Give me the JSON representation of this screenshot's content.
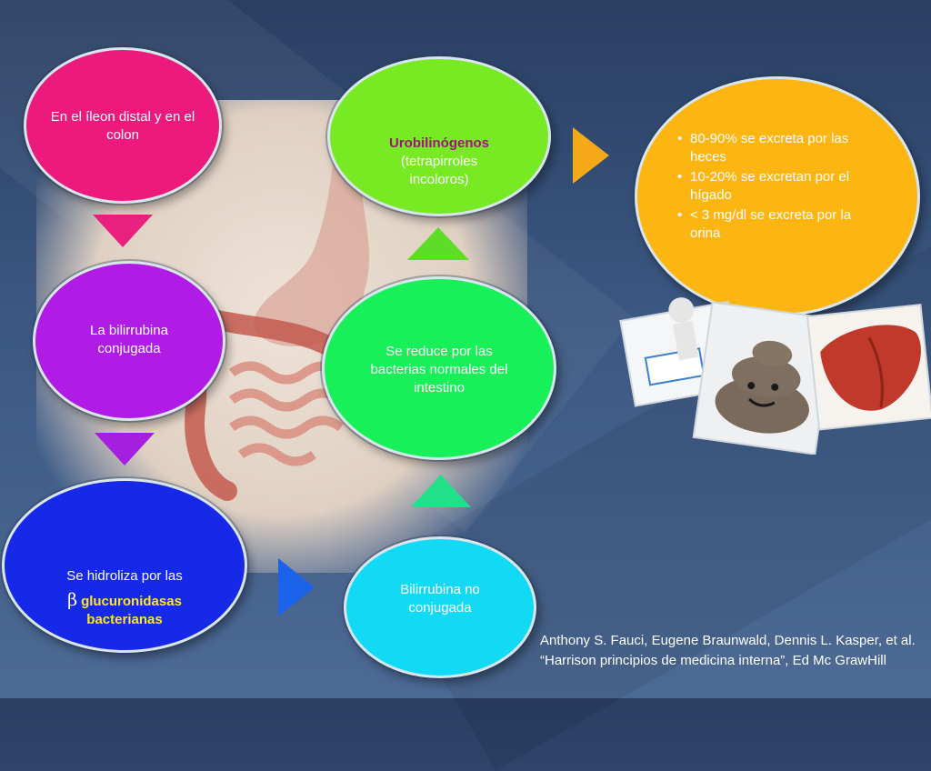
{
  "nodes": {
    "ileon": {
      "text": "En el íleon distal y en el colon"
    },
    "bilirrubina_conjugada": {
      "text": "La bilirrubina conjugada"
    },
    "hidroliza": {
      "line1": "Se hidroliza por las",
      "beta": "β",
      "highlight": "glucuronidasas bacterianas"
    },
    "urobilinogenos": {
      "title": "Urobilinógenos",
      "subtitle": "(tetrapirroles incoloros)"
    },
    "reduce": {
      "text": "Se reduce por las bacterias normales del intestino"
    },
    "bilirrubina_no_conjugada": {
      "text": "Bilirrubina no conjugada"
    },
    "excrecion": {
      "bullets": [
        "80-90% se excreta por las heces",
        "10-20% se excretan por el hígado",
        "< 3 mg/dl se excreta por la orina"
      ]
    }
  },
  "bullet_glyph": "•",
  "citation": "Anthony S. Fauci, Eugene Braunwald, Dennis L. Kasper, et al. “Harrison principios de medicina interna”, Ed Mc GrawHill",
  "colors": {
    "ileon": "#ec1a7c",
    "bilirrubina_conjugada": "#b01ce6",
    "hidroliza": "#1628e8",
    "urobilinogenos": "#78ea24",
    "reduce": "#18f05a",
    "bilirrubina_no_conjugada": "#12daf4",
    "excrecion": "#fdb611"
  },
  "icons": [
    "down-arrow-icon",
    "up-arrow-icon",
    "right-arrow-icon",
    "intestine-anatomy-image",
    "lab-collage-image"
  ]
}
